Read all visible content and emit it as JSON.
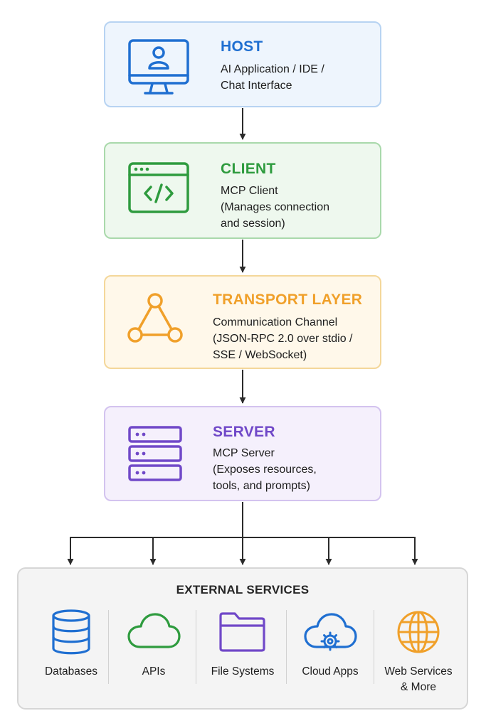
{
  "colors": {
    "host": "#1f6fd1",
    "client": "#2e9b3e",
    "transport": "#f0a02a",
    "server": "#7048c8",
    "arrow": "#2b2b2b"
  },
  "host": {
    "title": "HOST",
    "desc": [
      "AI Application / IDE /",
      "Chat Interface"
    ],
    "icon": "monitor-user-icon"
  },
  "client": {
    "title": "CLIENT",
    "desc": [
      "MCP Client",
      "(Manages connection",
      "and session)"
    ],
    "icon": "code-window-icon"
  },
  "transport": {
    "title": "TRANSPORT LAYER",
    "desc": [
      "Communication Channel",
      "(JSON-RPC 2.0 over stdio /",
      "SSE / WebSocket)"
    ],
    "icon": "network-triangle-icon"
  },
  "server": {
    "title": "SERVER",
    "desc": [
      "MCP Server",
      "(Exposes resources,",
      "tools, and prompts)"
    ],
    "icon": "server-rack-icon"
  },
  "external": {
    "title": "EXTERNAL SERVICES",
    "services": [
      {
        "label": [
          "Databases"
        ],
        "icon": "database-icon"
      },
      {
        "label": [
          "APIs"
        ],
        "icon": "cloud-icon"
      },
      {
        "label": [
          "File Systems"
        ],
        "icon": "folder-icon"
      },
      {
        "label": [
          "Cloud Apps"
        ],
        "icon": "cloud-gear-icon"
      },
      {
        "label": [
          "Web Services",
          "& More"
        ],
        "icon": "globe-icon"
      }
    ]
  }
}
